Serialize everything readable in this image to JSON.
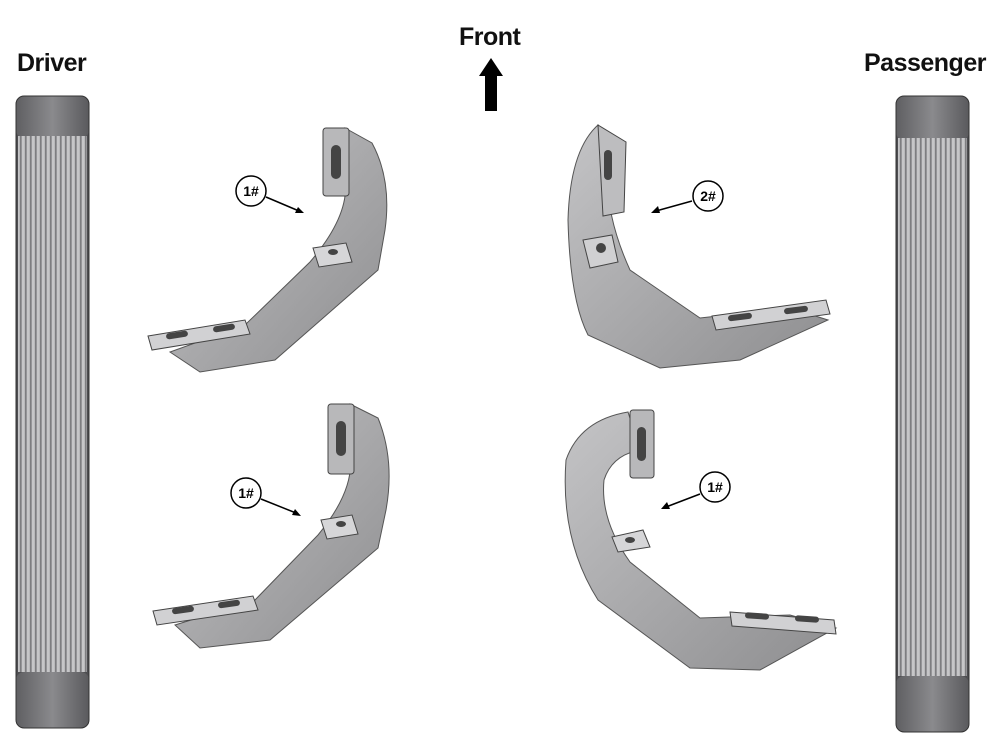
{
  "labels": {
    "driver": "Driver",
    "front": "Front",
    "passenger": "Passenger"
  },
  "callouts": {
    "driver_front": "1#",
    "driver_rear": "1#",
    "passenger_front": "2#",
    "passenger_rear": "1#"
  },
  "colors": {
    "bracket_fill": "#a8a8aa",
    "bracket_dark": "#7e7e80",
    "bracket_light": "#cfcfd1",
    "board_dark": "#6f6f72",
    "board_ribs": "#9a9a9c",
    "arrow": "#000000"
  }
}
